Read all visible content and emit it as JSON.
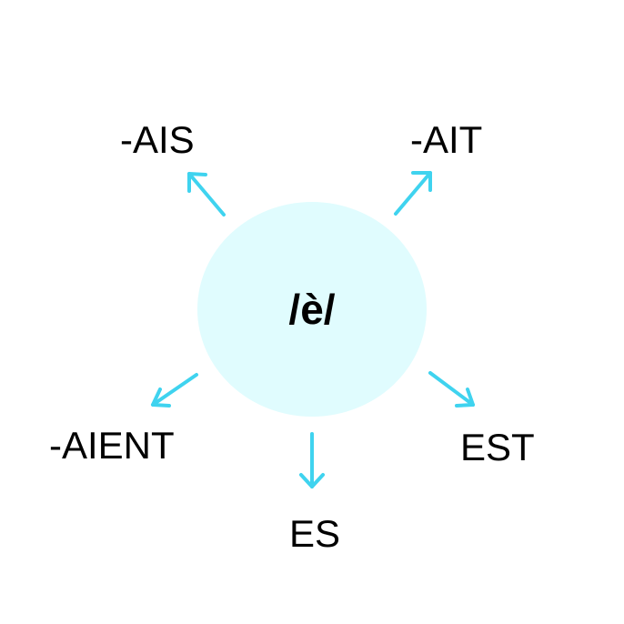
{
  "diagram": {
    "center_label": "/è/",
    "endings": {
      "ais": "-AIS",
      "ait": "-AIT",
      "aient": "-AIENT",
      "est": "EST",
      "es": "ES"
    }
  },
  "colors": {
    "arrow": "#3fd3ef",
    "circle_fill": "#e0fcfe",
    "text": "#000000"
  }
}
